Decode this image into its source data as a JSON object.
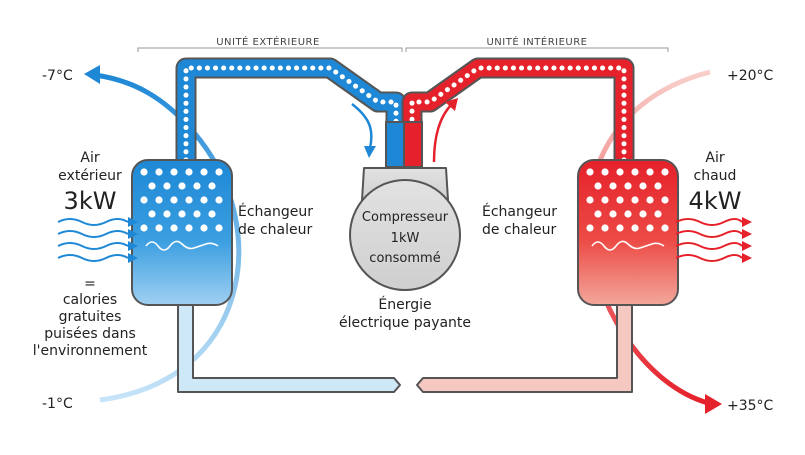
{
  "sections": {
    "outdoor": "UNITÉ EXTÉRIEURE",
    "indoor": "UNITÉ INTÉRIEURE"
  },
  "temperatures": {
    "outdoor_top": "-7°C",
    "outdoor_bottom": "-1°C",
    "indoor_top": "+20°C",
    "indoor_bottom": "+35°C"
  },
  "left": {
    "air_line1": "Air",
    "air_line2": "extérieur",
    "power": "3kW",
    "equals": "=",
    "note_line1": "calories",
    "note_line2": "gratuites",
    "note_line3": "puisées dans",
    "note_line4": "l'environnement",
    "exchanger_line1": "Échangeur",
    "exchanger_line2": "de chaleur"
  },
  "right": {
    "air_line1": "Air",
    "air_line2": "chaud",
    "power": "4kW",
    "exchanger_line1": "Échangeur",
    "exchanger_line2": "de chaleur"
  },
  "compressor": {
    "title": "Compresseur",
    "power": "1kW",
    "consumed": "consommé",
    "energy_line1": "Énergie",
    "energy_line2": "électrique payante"
  },
  "colors": {
    "cold": "#1e88d6",
    "cold_light": "#bfe0f6",
    "hot": "#e5212b",
    "hot_light": "#f6c2bd",
    "pipe_outline": "#555555",
    "compressor_fill": "#dcdcdc"
  }
}
